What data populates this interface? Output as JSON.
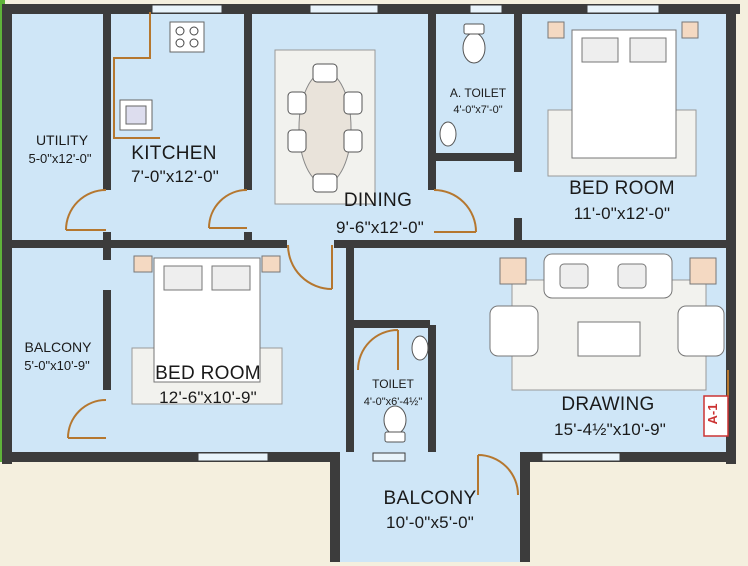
{
  "colors": {
    "floor": "#cfe6f7",
    "wall": "#3c3c3c",
    "door": "#b5772f",
    "background": "#f4efde",
    "accent_green": "#5fb33a",
    "marker": "#cc3333"
  },
  "rooms": {
    "utility": {
      "name": "UTILITY",
      "dims": "5-0\"x12'-0\""
    },
    "kitchen": {
      "name": "KITCHEN",
      "dims": "7'-0\"x12'-0\""
    },
    "dining": {
      "name": "DINING",
      "dims": "9'-6\"x12'-0\""
    },
    "atoilet": {
      "name": "A. TOILET",
      "dims": "4'-0\"x7'-0\""
    },
    "bedroom1": {
      "name": "BED ROOM",
      "dims": "11'-0\"x12'-0\""
    },
    "balcony_left": {
      "name": "BALCONY",
      "dims": "5'-0\"x10'-9\""
    },
    "bedroom2": {
      "name": "BED ROOM",
      "dims": "12'-6\"x10'-9\""
    },
    "toilet": {
      "name": "TOILET",
      "dims": "4'-0\"x6'-4½\""
    },
    "drawing": {
      "name": "DRAWING",
      "dims": "15'-4½\"x10'-9\""
    },
    "balcony_bottom": {
      "name": "BALCONY",
      "dims": "10'-0\"x5'-0\""
    }
  },
  "section_marker": "A-1"
}
